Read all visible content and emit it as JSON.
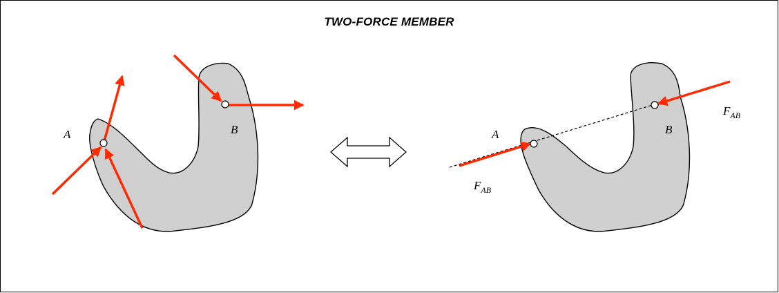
{
  "title": "TWO-FORCE MEMBER",
  "left_panel": {
    "point_a_label": "A",
    "point_b_label": "B"
  },
  "right_panel": {
    "point_a_label": "A",
    "point_b_label": "B",
    "force_label_main": "F",
    "force_label_sub": "AB"
  },
  "colors": {
    "force_arrow": "#ff2a00",
    "body_fill": "#d0d0d0",
    "outline": "#000000"
  }
}
